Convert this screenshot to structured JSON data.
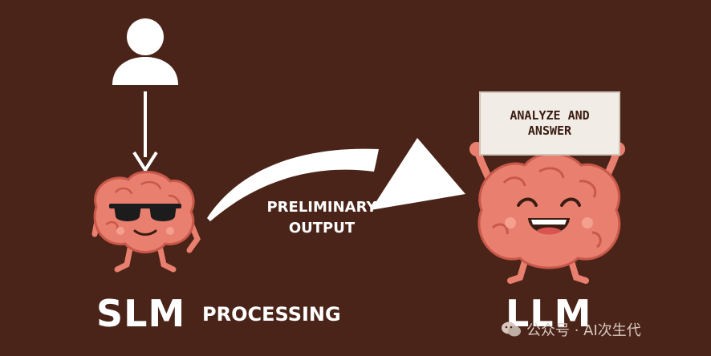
{
  "nodes": {
    "slm": {
      "label": "SLM",
      "caption": "PROCESSING"
    },
    "llm": {
      "label": "LLM",
      "sign_text": "ANALYZE AND ANSWER"
    }
  },
  "edge": {
    "label": "PRELIMINARY OUTPUT"
  },
  "watermark": {
    "text": "公众号 · AI次生代"
  },
  "colors": {
    "background": "#4a2418",
    "brain": "#e9806f",
    "brain_shadow": "#c9584a",
    "arrow": "#ffffff",
    "sign": "#f2ece6"
  },
  "icons": [
    "user-icon",
    "down-arrow",
    "curved-arrow",
    "brain-sunglasses",
    "brain-happy",
    "wechat-icon"
  ]
}
